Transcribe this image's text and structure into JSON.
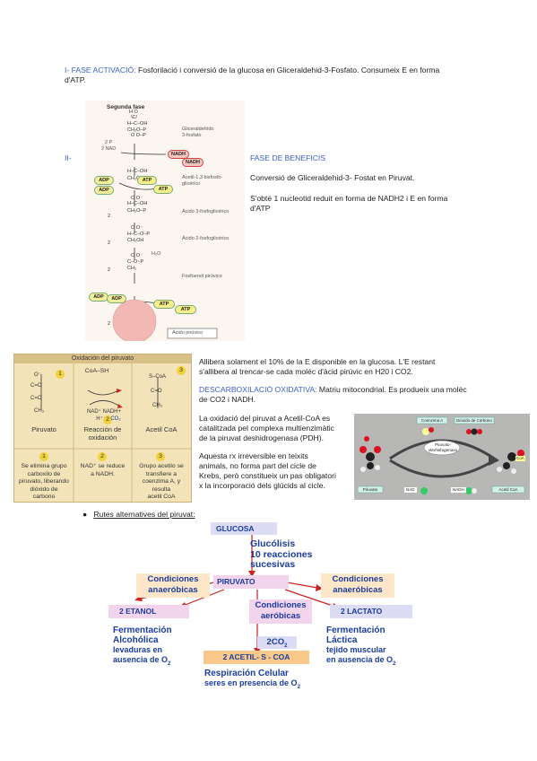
{
  "intro": {
    "prefix": "I- FASE ACTIVACIÓ:",
    "line1": " Fosforilació i conversió de la glucosa en Gliceraldehid-3-Fosfato. Consumeix E en forma",
    "line2": "d'ATP."
  },
  "phase2": {
    "roman": "II-",
    "heading": "FASE DE BENEFICIS",
    "p1": "Conversió de Gliceraldehid-3- Fostat en Piruvat.",
    "p2_l1": "S'obté 1 nucleotid reduit en forma de NADH2 i E en forma",
    "p2_l2": "d'ATP"
  },
  "glycolysis_figure": {
    "title": "Segunda fase",
    "labels": [
      "Gliceraldehído",
      "3-fosfato",
      "2 P",
      "2 NAD",
      "NADH",
      "NADH",
      "ATP",
      "ATP",
      "ADP",
      "ADP",
      "Acetil-1,3 bisfosfo-",
      "glicérico",
      "Ácido 3-fosfoglicérico",
      "Ácido 2-fosfoglicérico",
      "H₂O",
      "Fosfoenol pirúvico",
      "ATP",
      "ATP",
      "ADP",
      "ADP",
      "Ácido pirúvico"
    ]
  },
  "oxidation_table": {
    "title": "Oxidación del piruvato",
    "col1_label": "Piruvato",
    "col2_top": "CoA–SH",
    "col2_nad": "NAD⁺ NADH+",
    "col2_h": "H⁺",
    "col2_co2": "CO₂",
    "col2_label_l1": "Reacción de",
    "col2_label_l2": "oxidación",
    "col3_label": "Acetil CoA",
    "num1": "1",
    "num2": "2",
    "num3": "3",
    "desc1": [
      "Se elimina grupo",
      "carboxilo de",
      "piruvato, liberando",
      "dióxido de",
      "carbono"
    ],
    "desc2": [
      "NAD⁺ se reduce",
      "a NADH."
    ],
    "desc3": [
      "Grupo acetilo se",
      "transfiere a",
      "coenzima A, y",
      "resulta",
      "acetil CoA"
    ]
  },
  "oxidation_text": {
    "p1_l1": "Allibera solament el 10% de la E disponible en la glucosa. L'E restant",
    "p1_l2": "s'allibera al trencar-se cada moléc d'àcid pirúvic en H20 i CO2.",
    "deco_head": "DESCARBOXILACIÓ OXIDATIVA:",
    "deco_l1": " Matriu mitocondrial. Es produeix una molèc",
    "deco_l2": "de CO2 i NADH.",
    "p3": [
      "La oxidació del piruvat a Acetil-CoA es",
      "catalitzada pel complexa multienzimàtic",
      "de la piruvat deshidrogenasa (PDH)."
    ],
    "p4": [
      "Aquesta rx irreversible en teixits",
      "animals, no forma part del cicle de",
      "Krebs, però constitueix un pas obligatori",
      "x la incorporació dels glúcids al cicle."
    ]
  },
  "pdh_figure": {
    "top_left": "Coenzima A",
    "top_right": "Dióxido de Carbono",
    "enzyme": "Piruvato-deshidrogenasa",
    "bottom_left": "Piruvato",
    "nad": "NAD",
    "nadh": "NADH",
    "bottom_right": "Acetil CoA",
    "coa": "CoA"
  },
  "routes": {
    "bullet_title": "Rutes alternatives del piruvat:",
    "glucosa": "GLUCOSA",
    "glucolisis": [
      "Glucólisis",
      "10 reacciones",
      "sucesivas"
    ],
    "cond_left": [
      "Condiciones",
      "anaeróbicas"
    ],
    "piruvato": "PIRUVATO",
    "cond_right": [
      "Condiciones",
      "anaeróbicas"
    ],
    "etanol": "2 ETANOL",
    "cond_mid": [
      "Condiciones",
      "aeróbicas"
    ],
    "lactato": "2 LACTATO",
    "ferm_alc": [
      "Fermentación",
      "Alcohólica",
      "levaduras en"
    ],
    "ferm_alc_last": "ausencia de O",
    "co2": "2CO",
    "ferm_lac": [
      "Fermentación",
      "Láctica",
      "tejido muscular"
    ],
    "ferm_lac_last": "en ausencia de O",
    "acetil": "2 ACETIL- S - COA",
    "resp_l1": "Respiración Celular",
    "resp_l2": "seres  en presencia de O",
    "sub2": "2"
  },
  "colors": {
    "blue_text": "#3a5fc8",
    "route_blue": "#1a3ca0",
    "pink_box": "#f2d4ec",
    "peach_box": "#fde7c8",
    "lavender_box": "#dcdcf4",
    "orange_box": "#f9c98c",
    "red_arrow": "#cc2222"
  }
}
